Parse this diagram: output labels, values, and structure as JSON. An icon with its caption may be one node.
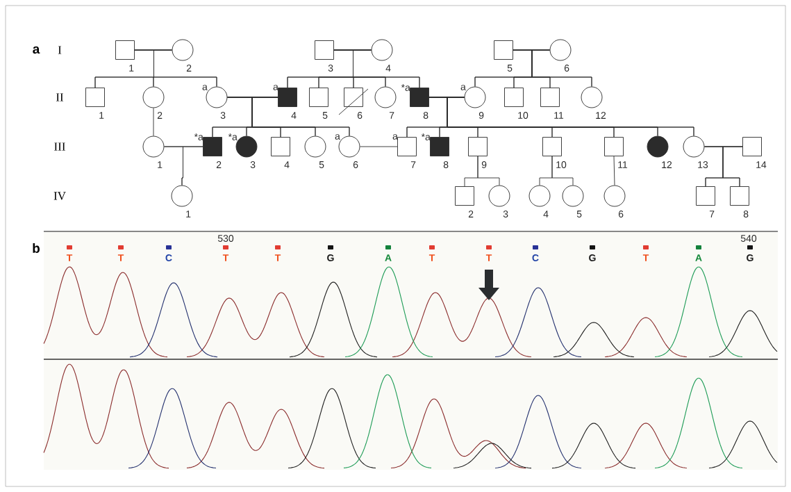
{
  "diagram": {
    "nodes": [
      {
        "text": [
          "1"
        ]
      },
      {
        "text": [
          "2"
        ]
      },
      {
        "text": [
          "3"
        ]
      },
      {
        "text": [
          "4"
        ]
      },
      {
        "text": [
          "5"
        ]
      },
      {
        "text": [
          "6"
        ]
      },
      {
        "text": [
          "1"
        ]
      },
      {
        "text": [
          "2"
        ]
      },
      {
        "text": [
          "3"
        ],
        "beside": [
          "a"
        ]
      },
      {
        "text": [
          "4"
        ],
        "beside": [
          "a"
        ]
      },
      {
        "text": [
          "5"
        ]
      },
      {
        "text": [
          "6"
        ]
      },
      {
        "text": [
          "7"
        ]
      },
      {
        "text": [
          "8"
        ],
        "beside": [
          "*a"
        ]
      },
      {
        "text": [
          "9"
        ],
        "beside": [
          "a"
        ]
      },
      {
        "text": [
          "10"
        ]
      },
      {
        "text": [
          "11"
        ]
      },
      {
        "text": [
          "12"
        ]
      },
      {
        "text": [
          "1"
        ]
      },
      {
        "text": [
          "2"
        ],
        "beside": [
          "*a"
        ]
      },
      {
        "text": [
          "3"
        ],
        "beside": [
          "*a"
        ]
      },
      {
        "text": [
          "4"
        ]
      },
      {
        "text": [
          "5"
        ]
      },
      {
        "text": [
          "6"
        ],
        "beside": [
          "a"
        ]
      },
      {
        "text": [
          "7"
        ],
        "beside": [
          "a"
        ]
      },
      {
        "text": [
          "8"
        ],
        "beside": [
          "*a"
        ]
      },
      {
        "text": [
          "9"
        ]
      },
      {
        "text": [
          "10"
        ]
      },
      {
        "text": [
          "11"
        ]
      },
      {
        "text": [
          "12"
        ]
      },
      {
        "text": [
          "13"
        ]
      },
      {
        "text": [
          "14"
        ]
      },
      {
        "text": [
          "1"
        ]
      },
      {
        "text": [
          "2"
        ]
      },
      {
        "text": [
          "3"
        ]
      },
      {
        "text": [
          "4"
        ]
      },
      {
        "text": [
          "5"
        ]
      },
      {
        "text": [
          "6"
        ]
      },
      {
        "text": [
          "7"
        ]
      },
      {
        "text": [
          "8"
        ]
      }
    ],
    "edges": [
      {
        "from": 0,
        "to": 1,
        "arrow": "none"
      },
      {
        "from": 2,
        "to": 3,
        "arrow": "none"
      },
      {
        "from": 4,
        "to": 5,
        "arrow": "none"
      },
      {
        "from": 8,
        "to": 9,
        "arrow": "none"
      },
      {
        "from": 13,
        "to": 14,
        "arrow": "none"
      },
      {
        "from": 18,
        "to": 19,
        "arrow": "none"
      },
      {
        "from": 23,
        "to": 24,
        "arrow": "none"
      },
      {
        "from": 30,
        "to": 31,
        "arrow": "none"
      },
      {
        "from": 0,
        "to": 6,
        "arrow": "none"
      },
      {
        "from": 1,
        "to": 6,
        "arrow": "none"
      },
      {
        "from": 0,
        "to": 7,
        "arrow": "none"
      },
      {
        "from": 1,
        "to": 7,
        "arrow": "none"
      },
      {
        "from": 0,
        "to": 8,
        "arrow": "none"
      },
      {
        "from": 1,
        "to": 8,
        "arrow": "none"
      },
      {
        "from": 2,
        "to": 9,
        "arrow": "none"
      },
      {
        "from": 3,
        "to": 9,
        "arrow": "none"
      },
      {
        "from": 2,
        "to": 10,
        "arrow": "none"
      },
      {
        "from": 3,
        "to": 10,
        "arrow": "none"
      },
      {
        "from": 2,
        "to": 11,
        "arrow": "none"
      },
      {
        "from": 3,
        "to": 11,
        "arrow": "none"
      },
      {
        "from": 2,
        "to": 12,
        "arrow": "none"
      },
      {
        "from": 3,
        "to": 12,
        "arrow": "none"
      },
      {
        "from": 2,
        "to": 13,
        "arrow": "none"
      },
      {
        "from": 3,
        "to": 13,
        "arrow": "none"
      },
      {
        "from": 4,
        "to": 14,
        "arrow": "none"
      },
      {
        "from": 5,
        "to": 14,
        "arrow": "none"
      },
      {
        "from": 4,
        "to": 15,
        "arrow": "none"
      },
      {
        "from": 5,
        "to": 15,
        "arrow": "none"
      },
      {
        "from": 4,
        "to": 16,
        "arrow": "none"
      },
      {
        "from": 5,
        "to": 16,
        "arrow": "none"
      },
      {
        "from": 4,
        "to": 17,
        "arrow": "none"
      },
      {
        "from": 5,
        "to": 17,
        "arrow": "none"
      },
      {
        "from": 7,
        "to": 18,
        "arrow": "none"
      },
      {
        "from": 8,
        "to": 19,
        "arrow": "none"
      },
      {
        "from": 9,
        "to": 19,
        "arrow": "none"
      },
      {
        "from": 8,
        "to": 20,
        "arrow": "none"
      },
      {
        "from": 9,
        "to": 20,
        "arrow": "none"
      },
      {
        "from": 8,
        "to": 21,
        "arrow": "none"
      },
      {
        "from": 9,
        "to": 21,
        "arrow": "none"
      },
      {
        "from": 8,
        "to": 22,
        "arrow": "none"
      },
      {
        "from": 9,
        "to": 22,
        "arrow": "none"
      },
      {
        "from": 8,
        "to": 23,
        "arrow": "none"
      },
      {
        "from": 9,
        "to": 23,
        "arrow": "none"
      },
      {
        "from": 13,
        "to": 24,
        "arrow": "none"
      },
      {
        "from": 14,
        "to": 24,
        "arrow": "none"
      },
      {
        "from": 13,
        "to": 25,
        "arrow": "none"
      },
      {
        "from": 14,
        "to": 25,
        "arrow": "none"
      },
      {
        "from": 13,
        "to": 26,
        "arrow": "none"
      },
      {
        "from": 14,
        "to": 26,
        "arrow": "none"
      },
      {
        "from": 13,
        "to": 27,
        "arrow": "none"
      },
      {
        "from": 14,
        "to": 27,
        "arrow": "none"
      },
      {
        "from": 13,
        "to": 28,
        "arrow": "none"
      },
      {
        "from": 14,
        "to": 28,
        "arrow": "none"
      },
      {
        "from": 13,
        "to": 29,
        "arrow": "none"
      },
      {
        "from": 14,
        "to": 29,
        "arrow": "none"
      },
      {
        "from": 13,
        "to": 30,
        "arrow": "none"
      },
      {
        "from": 14,
        "to": 30,
        "arrow": "none"
      },
      {
        "from": 18,
        "to": 32,
        "arrow": "none"
      },
      {
        "from": 19,
        "to": 32,
        "arrow": "none"
      },
      {
        "from": 26,
        "to": 33,
        "arrow": "none"
      },
      {
        "from": 26,
        "to": 34,
        "arrow": "none"
      },
      {
        "from": 27,
        "to": 35,
        "arrow": "none"
      },
      {
        "from": 27,
        "to": 36,
        "arrow": "none"
      },
      {
        "from": 28,
        "to": 37,
        "arrow": "none"
      },
      {
        "from": 30,
        "to": 38,
        "arrow": "none"
      },
      {
        "from": 31,
        "to": 38,
        "arrow": "none"
      },
      {
        "from": 30,
        "to": 39,
        "arrow": "none"
      },
      {
        "from": 31,
        "to": 39,
        "arrow": "none"
      }
    ],
    "labels": [
      "a",
      "I",
      "II",
      "III",
      "IV",
      "530",
      "540",
      "b",
      "T",
      "T",
      "C",
      "T",
      "T",
      "G",
      "A",
      "T",
      "T",
      "C",
      "G",
      "T",
      "A",
      "G"
    ]
  }
}
